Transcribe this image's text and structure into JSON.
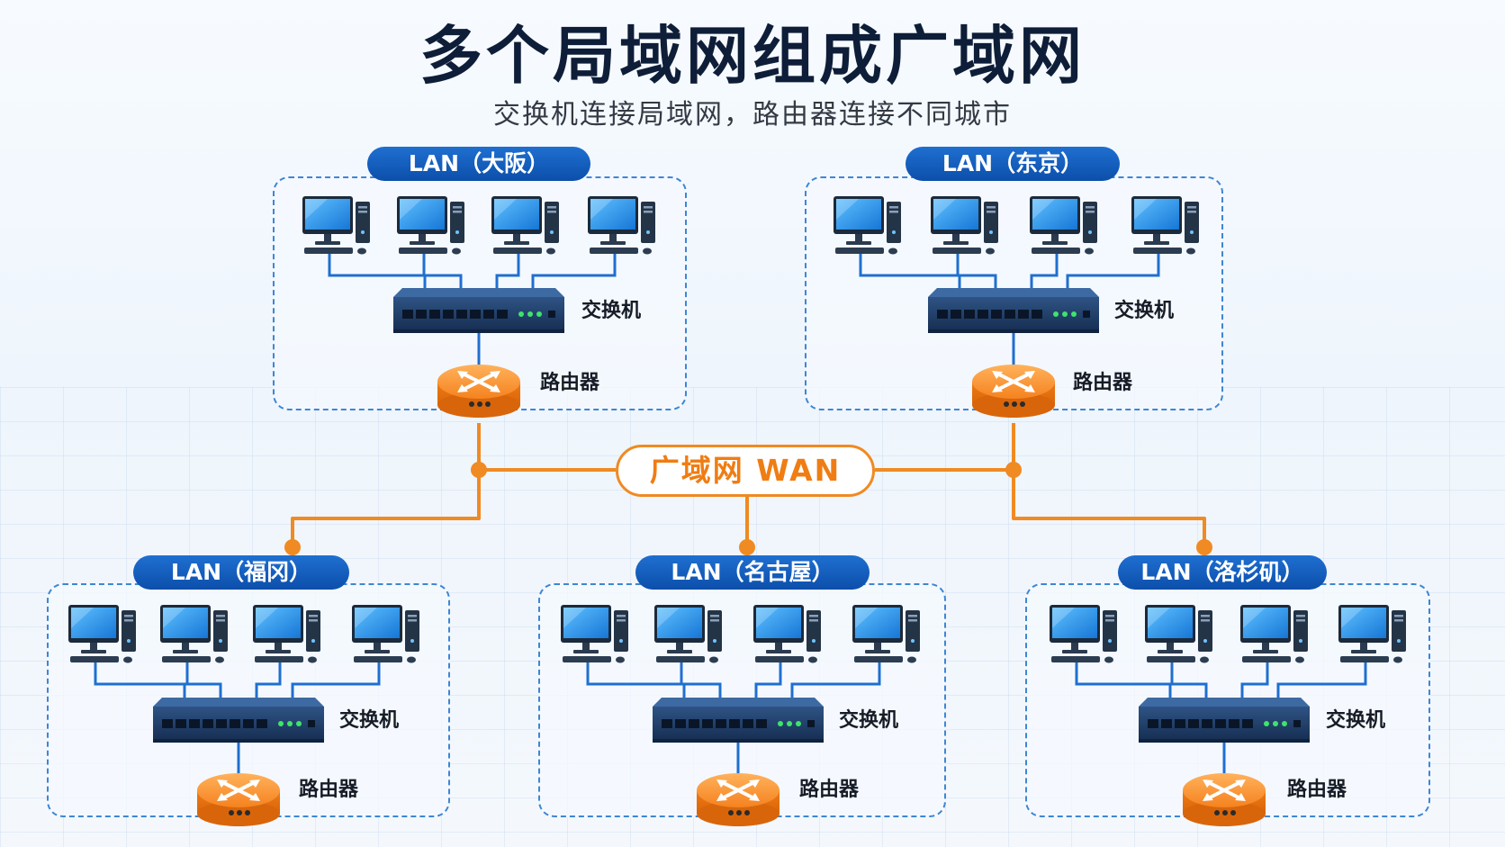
{
  "title": "多个局域网组成广域网",
  "subtitle": "交换机连接局域网，路由器连接不同城市",
  "wan": {
    "label": "广域网 WAN"
  },
  "lans": [
    {
      "label": "LAN（大阪）",
      "switch_label": "交换机",
      "router_label": "路由器"
    },
    {
      "label": "LAN（东京）",
      "switch_label": "交换机",
      "router_label": "路由器"
    },
    {
      "label": "LAN（福冈）",
      "switch_label": "交换机",
      "router_label": "路由器"
    },
    {
      "label": "LAN（名古屋）",
      "switch_label": "交换机",
      "router_label": "路由器"
    },
    {
      "label": "LAN（洛杉矶）",
      "switch_label": "交换机",
      "router_label": "路由器"
    }
  ],
  "colors": {
    "lan_link": "#1f6fd0",
    "wan_link": "#f08a22",
    "router": "#f5821f",
    "switch": "#1d3a63",
    "monitor": "#2a97e6"
  },
  "icons": [
    "computer-icon",
    "switch-icon",
    "router-icon"
  ]
}
